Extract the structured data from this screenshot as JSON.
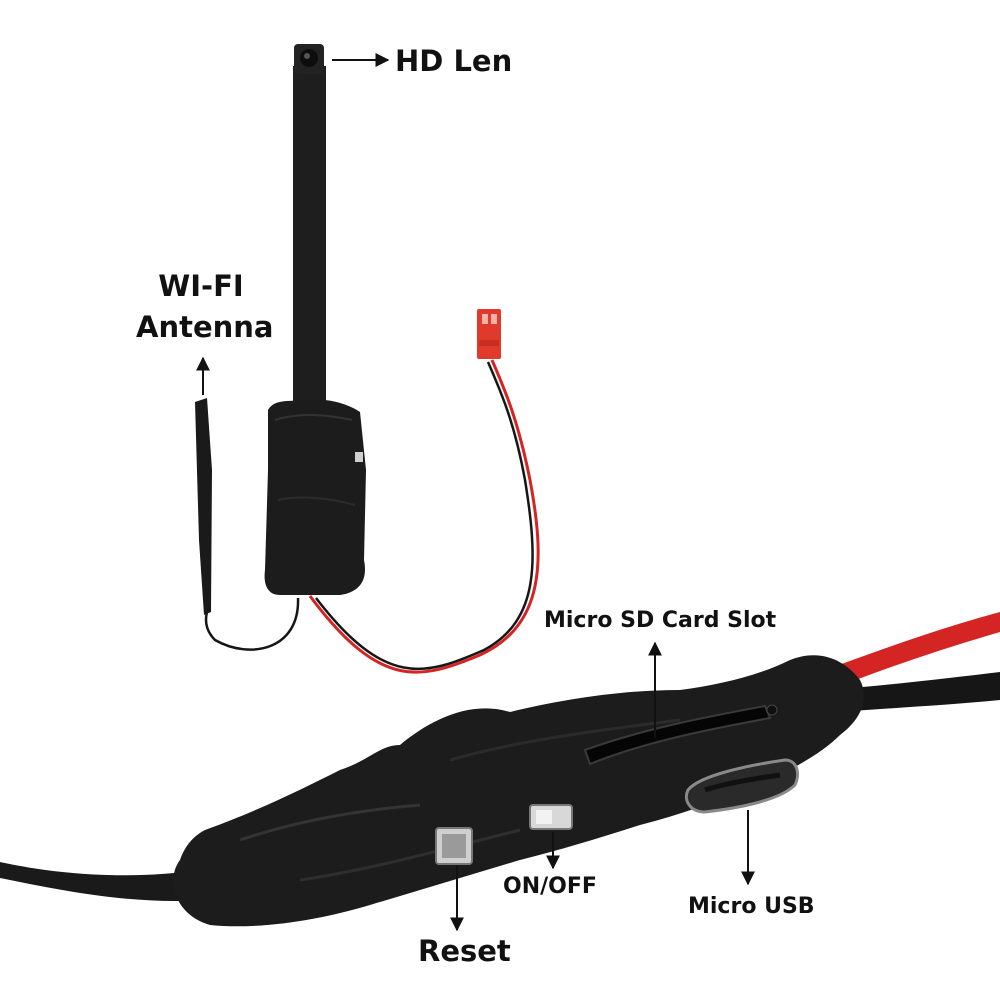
{
  "labels": {
    "hd_len": "HD Len",
    "wifi_line1": "WI-FI",
    "wifi_line2": "Antenna",
    "sd_slot": "Micro SD Card Slot",
    "on_off": "ON/OFF",
    "micro_usb": "Micro USB",
    "reset": "Reset"
  },
  "colors": {
    "background": "#ffffff",
    "device": "#1c1c1c",
    "red_wire": "#d42424",
    "black_wire": "#161616",
    "connector": "#e03a2c",
    "arrow": "#111111",
    "text": "#111111"
  }
}
